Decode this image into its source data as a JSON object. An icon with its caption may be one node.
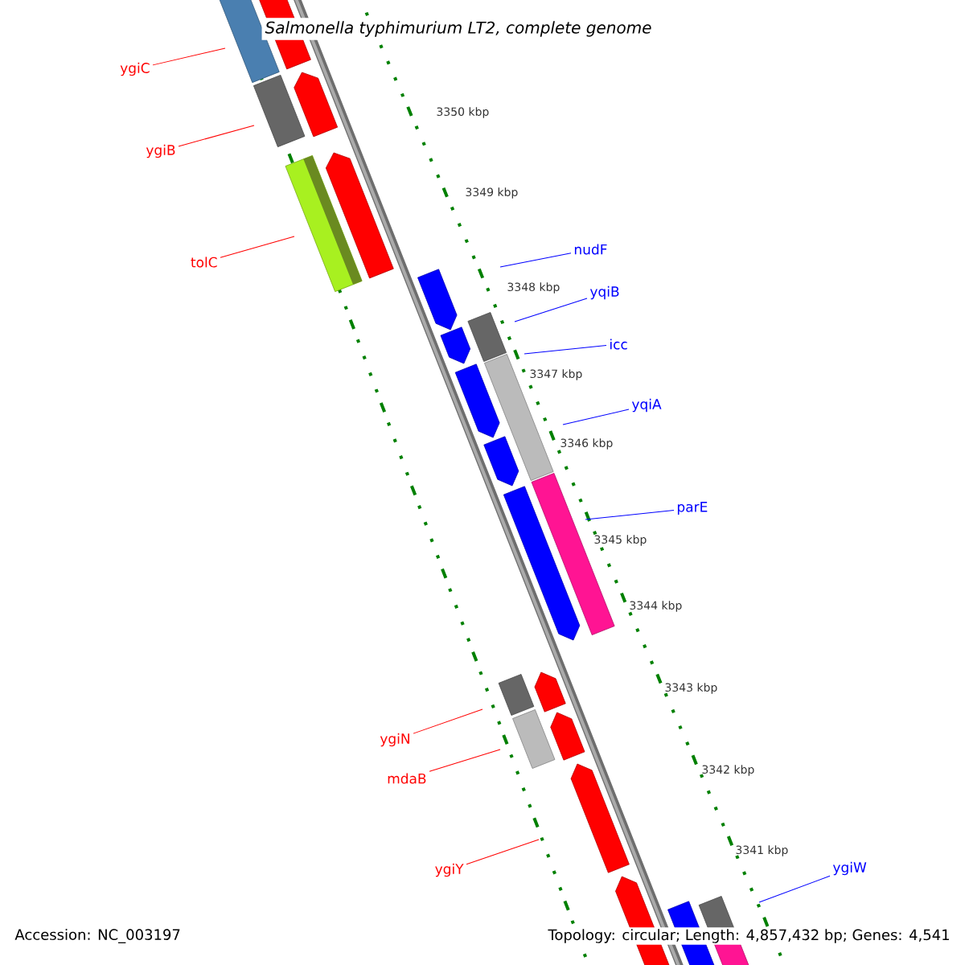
{
  "diagram": {
    "title": "Salmonella typhimurium LT2, complete genome",
    "nodes": [
      {
        "text": [
          "ygiC"
        ]
      },
      {
        "text": [
          "ygiB"
        ]
      },
      {
        "text": [
          "tolC"
        ]
      },
      {
        "text": [
          "nudF"
        ]
      },
      {
        "text": [
          "yqiB"
        ]
      },
      {
        "text": [
          "icc"
        ]
      },
      {
        "text": [
          "yqiA"
        ]
      },
      {
        "text": [
          "parE"
        ]
      },
      {
        "text": [
          "ygiN"
        ]
      },
      {
        "text": [
          "mdaB"
        ]
      },
      {
        "text": [
          "ygiY"
        ]
      },
      {
        "text": [
          "ygiW"
        ]
      }
    ],
    "edges": [
      {
        "from": 0,
        "to": null,
        "arrow": "none",
        "color": "#ff0000"
      },
      {
        "from": 1,
        "to": null,
        "arrow": "none",
        "color": "#ff0000"
      },
      {
        "from": 2,
        "to": null,
        "arrow": "none",
        "color": "#ff0000"
      },
      {
        "from": 3,
        "to": null,
        "arrow": "none",
        "color": "#0000ff"
      },
      {
        "from": 4,
        "to": null,
        "arrow": "none",
        "color": "#0000ff"
      },
      {
        "from": 5,
        "to": null,
        "arrow": "none",
        "color": "#0000ff"
      },
      {
        "from": 6,
        "to": null,
        "arrow": "none",
        "color": "#0000ff"
      },
      {
        "from": 7,
        "to": null,
        "arrow": "none",
        "color": "#0000ff"
      },
      {
        "from": 8,
        "to": null,
        "arrow": "none",
        "color": "#ff0000"
      },
      {
        "from": 9,
        "to": null,
        "arrow": "none",
        "color": "#ff0000"
      },
      {
        "from": 10,
        "to": null,
        "arrow": "none",
        "color": "#ff0000"
      },
      {
        "from": 11,
        "to": null,
        "arrow": "none",
        "color": "#0000ff"
      }
    ],
    "labels": [
      "3350 kbp",
      "3349 kbp",
      "3348 kbp",
      "3347 kbp",
      "3346 kbp",
      "3345 kbp",
      "3344 kbp",
      "3343 kbp",
      "3342 kbp",
      "3341 kbp",
      "Accession: NC_003197",
      "Topology: circular; Length: 4,857,432 bp; Genes: 4,541"
    ]
  }
}
